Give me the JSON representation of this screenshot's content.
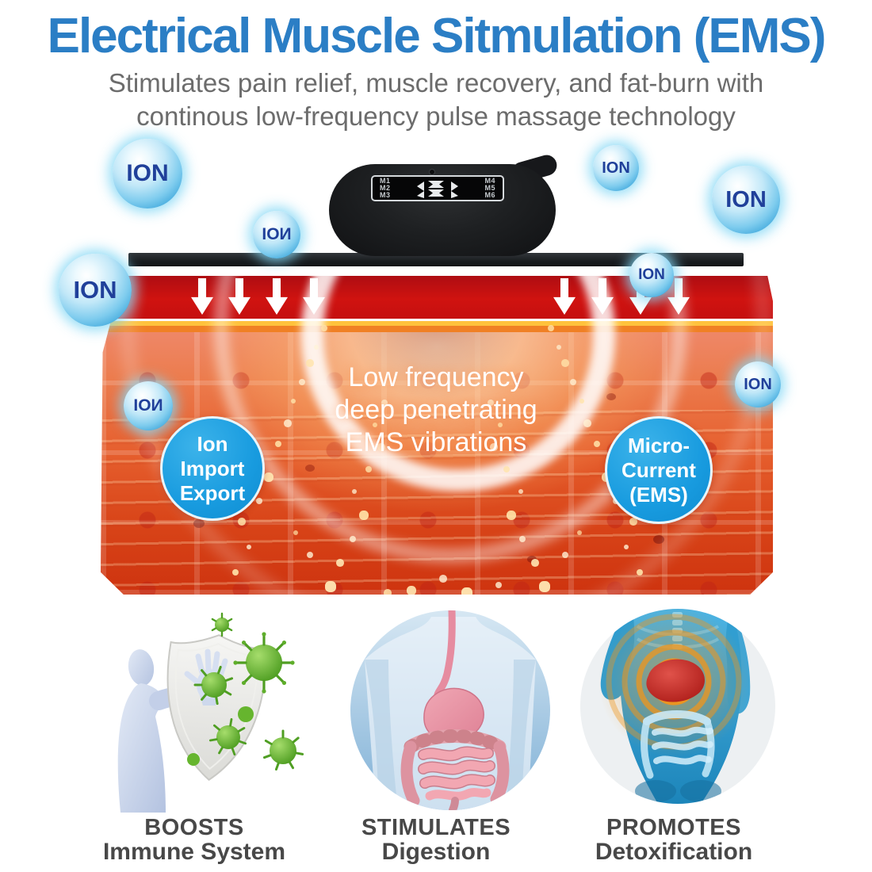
{
  "header": {
    "title": "Electrical Muscle Sitmulation (EMS)",
    "subtitle_line1": "Stimulates pain relief, muscle recovery, and fat-burn with",
    "subtitle_line2": "continous low-frequency pulse massage technology"
  },
  "device": {
    "modes_left": [
      "M1",
      "M2",
      "M3"
    ],
    "modes_right": [
      "M4",
      "M5",
      "M6"
    ]
  },
  "ions": [
    {
      "label": "ION"
    },
    {
      "label": "IOИ"
    },
    {
      "label": "ION"
    },
    {
      "label": "ION"
    },
    {
      "label": "ION"
    },
    {
      "label": "ION"
    },
    {
      "label": "IOИ"
    },
    {
      "label": "ION"
    }
  ],
  "panel": {
    "caption_line1": "Low frequency",
    "caption_line2": "deep penetrating",
    "caption_line3": "EMS vibrations",
    "left_badge": {
      "line1": "Ion",
      "line2": "Import",
      "line3": "Export"
    },
    "right_badge": {
      "line1": "Micro-",
      "line2": "Current",
      "line3": "(EMS)"
    }
  },
  "benefits": [
    {
      "title": "BOOSTS",
      "subtitle": "Immune System",
      "illustration": "immune-shield"
    },
    {
      "title": "STIMULATES",
      "subtitle": "Digestion",
      "illustration": "digestive-system"
    },
    {
      "title": "PROMOTES",
      "subtitle": "Detoxification",
      "illustration": "detox-body"
    }
  ],
  "colors": {
    "title_blue": "#2b7ec5",
    "subtitle_gray": "#6c6c6c",
    "ion_text_navy": "#20409a",
    "badge_blue": "#189bdf",
    "band_red": "#c8100f",
    "panel_orange": "#e8602e",
    "caption_gray": "#484848",
    "virus_green": "#5fae2b"
  }
}
